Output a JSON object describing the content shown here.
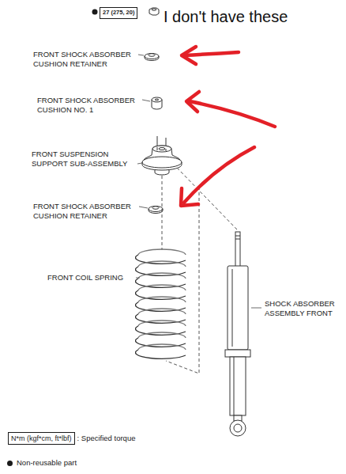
{
  "diagram": {
    "nodes": [
      {
        "text": [
          "27 (275, 20)"
        ]
      },
      {
        "text": [
          "N*m (kgf*cm, ft*lbf)"
        ]
      }
    ],
    "labels": [
      "I don't have these",
      "FRONT SHOCK ABSORBER CUSHION RETAINER",
      "FRONT SHOCK ABSORBER CUSHION NO. 1",
      "FRONT SUSPENSION SUPPORT SUB-ASSEMBLY",
      "FRONT SHOCK ABSORBER CUSHION RETAINER",
      "FRONT COIL SPRING",
      "SHOCK ABSORBER ASSEMBLY FRONT",
      ": Specified torque"
    ],
    "legend": [
      {
        "text": "Non-reusable part"
      }
    ]
  }
}
